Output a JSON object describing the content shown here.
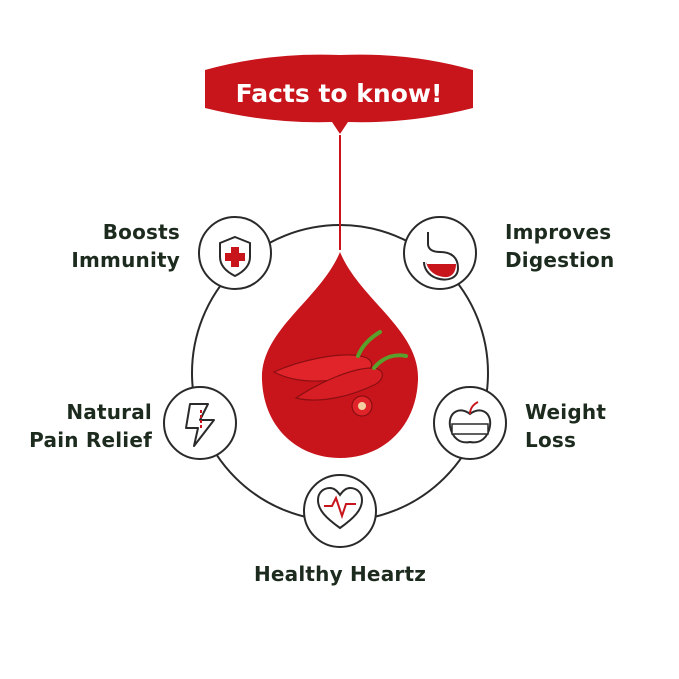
{
  "banner": {
    "title": "Facts to know!"
  },
  "facts": {
    "boosts_immunity": {
      "line1": "Boosts",
      "line2": "Immunity",
      "icon": "shield-cross-icon"
    },
    "improves_digestion": {
      "line1": "Improves",
      "line2": "Digestion",
      "icon": "stomach-icon"
    },
    "natural_pain_relief": {
      "line1": "Natural",
      "line2": "Pain Relief",
      "icon": "lightning-pain-icon"
    },
    "weight_loss": {
      "line1": "Weight",
      "line2": "Loss",
      "icon": "apple-measuring-tape-icon"
    },
    "healthy_heart": {
      "line1": "Healthy Heartz",
      "icon": "heart-pulse-icon"
    }
  },
  "center": {
    "icon": "red-chili-drop-icon"
  },
  "colors": {
    "accent": "#c8141b",
    "text": "#1d2b1f",
    "outline": "#2a2a2a",
    "chili_green": "#5aa02c"
  }
}
